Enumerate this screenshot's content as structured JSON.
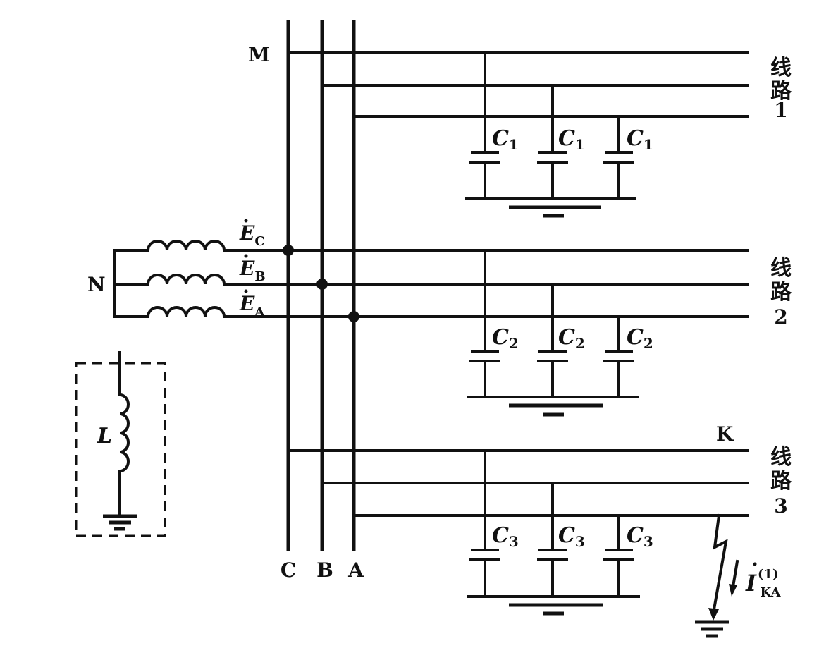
{
  "labels": {
    "node_m": "M",
    "node_n": "N",
    "node_k": "K",
    "bus_c": "C",
    "bus_b": "B",
    "bus_a": "A",
    "emf_c": {
      "symbol": "E",
      "sub": "C"
    },
    "emf_b": {
      "symbol": "E",
      "sub": "B"
    },
    "emf_a": {
      "symbol": "E",
      "sub": "A"
    },
    "inductor": "L",
    "fault_current": {
      "symbol": "I",
      "sup": "(1)",
      "sub": "KA"
    }
  },
  "lines": [
    {
      "name": "线",
      "name2": "路",
      "number": "1",
      "cap_symbol": "C",
      "cap_sub": "1"
    },
    {
      "name": "线",
      "name2": "路",
      "number": "2",
      "cap_symbol": "C",
      "cap_sub": "2"
    },
    {
      "name": "线",
      "name2": "路",
      "number": "3",
      "cap_symbol": "C",
      "cap_sub": "3"
    }
  ]
}
